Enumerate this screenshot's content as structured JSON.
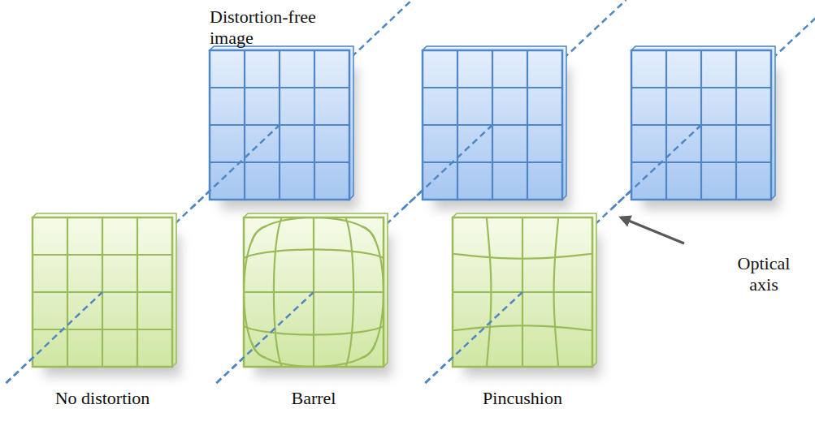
{
  "diagram": {
    "labels": [
      "Distortion-free image",
      "No distortion",
      "Barrel",
      "Pincushion",
      "Optical axis"
    ]
  }
}
